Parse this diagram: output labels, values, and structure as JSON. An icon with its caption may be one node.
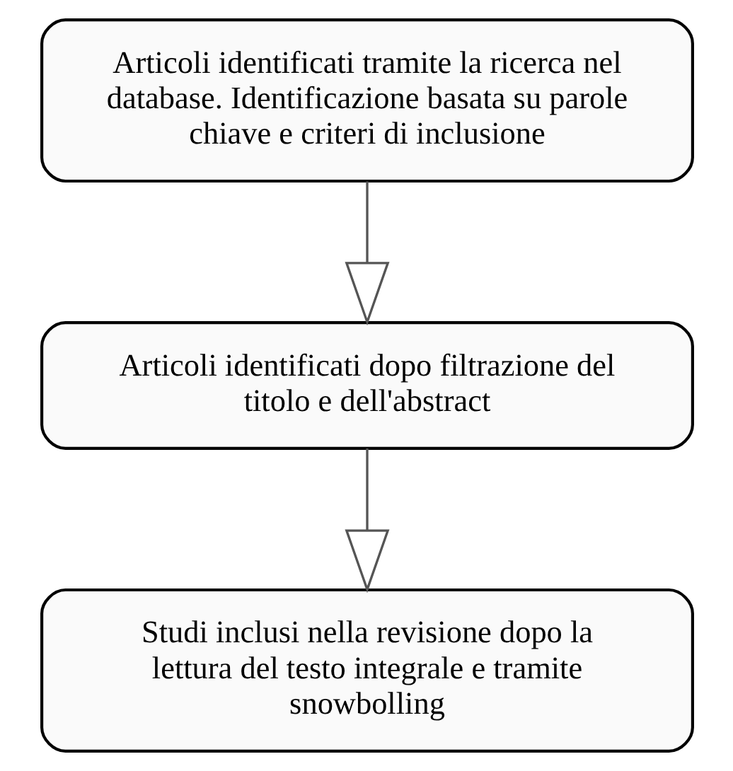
{
  "diagram": {
    "nodes": [
      {
        "text": [
          "Articoli identificati tramite la ricerca nel database. Identificazione basata su parole chiave e criteri di inclusione"
        ]
      },
      {
        "text": [
          "Articoli identificati dopo filtrazione del titolo e dell'abstract"
        ]
      },
      {
        "text": [
          "Studi inclusi nella revisione dopo la lettura del testo integrale e tramite snowbolling"
        ]
      }
    ],
    "edges": [
      {
        "from": 0,
        "to": 1,
        "arrow": "to"
      },
      {
        "from": 1,
        "to": 2,
        "arrow": "to"
      }
    ]
  }
}
